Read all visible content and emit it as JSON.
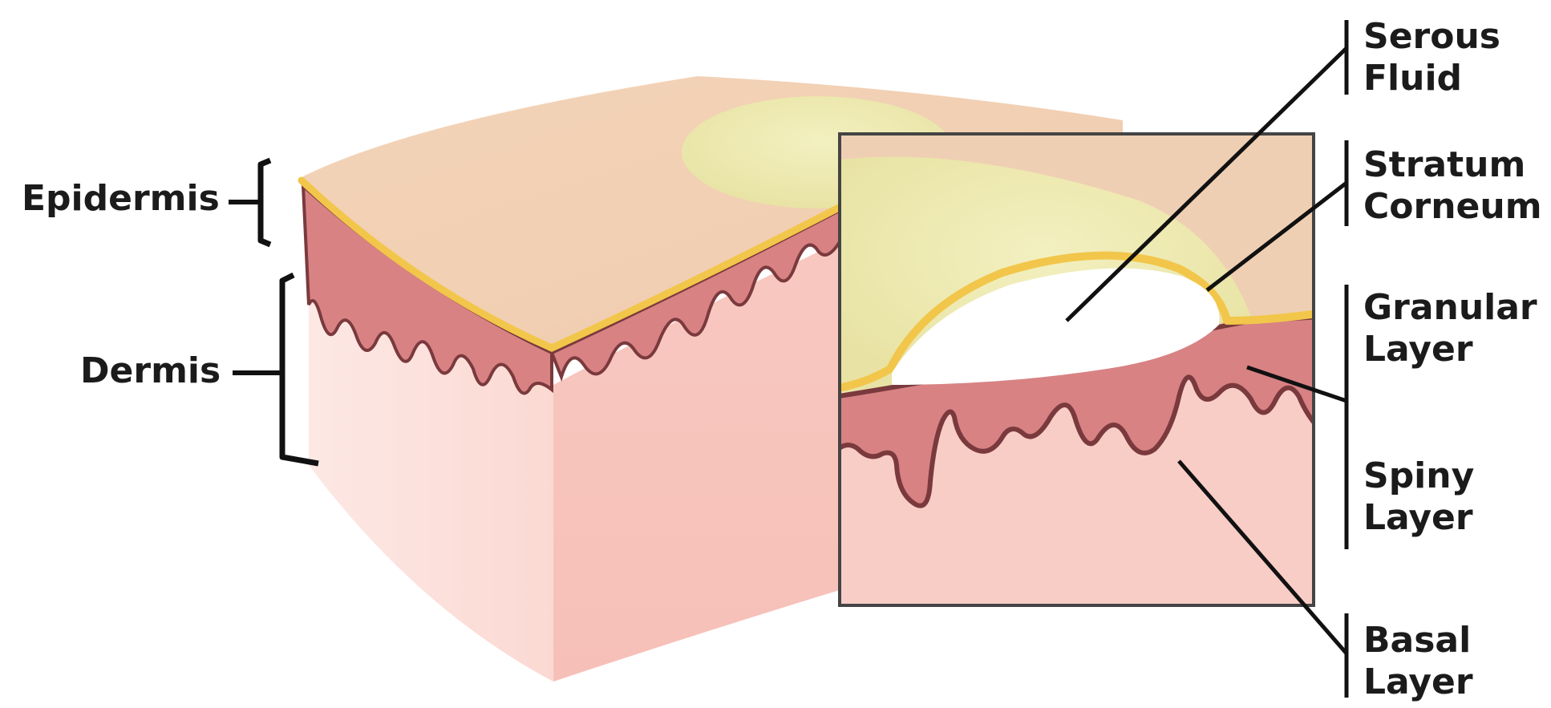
{
  "labels": {
    "left": {
      "epidermis": "Epidermis",
      "dermis": "Dermis"
    },
    "right": {
      "serous_fluid": [
        "Serous",
        "Fluid"
      ],
      "stratum_corneum": [
        "Stratum",
        "Corneum"
      ],
      "granular_layer": [
        "Granular",
        "Layer"
      ],
      "spiny_layer": [
        "Spiny",
        "Layer"
      ],
      "basal_layer": [
        "Basal",
        "Layer"
      ]
    }
  },
  "colors": {
    "skin_surface": "#f0ceb0",
    "blister_fluid": "#eeeab0",
    "stratum_corneum_line": "#f2c64a",
    "epidermis_cells": "#d57f80",
    "epidermis_border": "#7a3a3d",
    "dermis": "#f8cbc4",
    "dermis_side": "#fde3df",
    "serous_fluid": "#ffffff",
    "leader_lines": "#111111"
  }
}
